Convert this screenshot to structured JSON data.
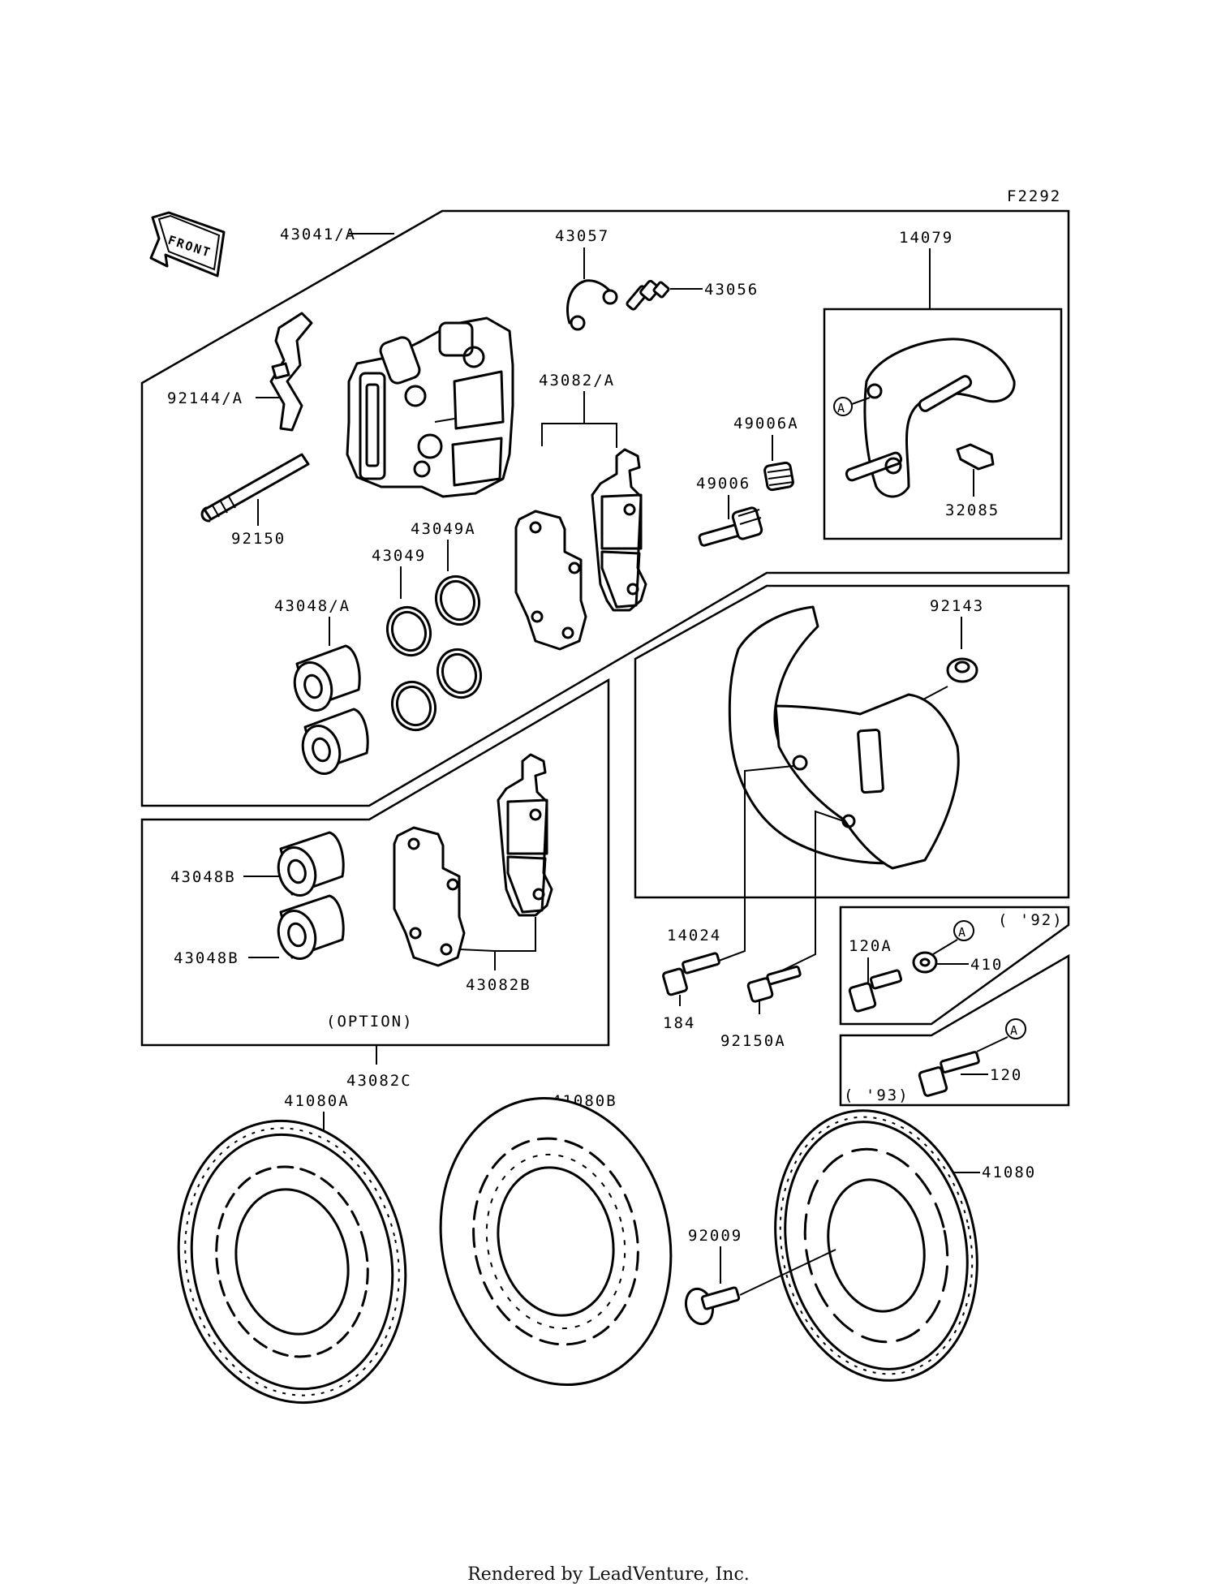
{
  "figure_code": "F2292",
  "front_label": "FRONT",
  "footer": "Rendered by LeadVenture, Inc.",
  "callouts": {
    "c43041A": "43041/A",
    "c43057": "43057",
    "c43056": "43056",
    "c14079": "14079",
    "c92144A": "92144/A",
    "c43082A": "43082/A",
    "c49006A": "49006A",
    "c49006": "49006",
    "c32085": "32085",
    "c92150": "92150",
    "c43049A": "43049A",
    "c43049": "43049",
    "c43048A": "43048/A",
    "c92143": "92143",
    "c43048B_1": "43048B",
    "c43048B_2": "43048B",
    "c43082B": "43082B",
    "c14024": "14024",
    "c120A": "120A",
    "c410": "410",
    "c184": "184",
    "c92150A": "92150A",
    "c120": "120",
    "c43082C": "43082C",
    "c41080A": "41080A",
    "c41080B": "41080B",
    "c41080": "41080",
    "c92009": "92009"
  },
  "notes": {
    "option": "(OPTION)",
    "year92": "( '92)",
    "year93": "( '93)"
  },
  "reference_marks": {
    "a1": "A",
    "a2": "A",
    "a3": "A"
  }
}
